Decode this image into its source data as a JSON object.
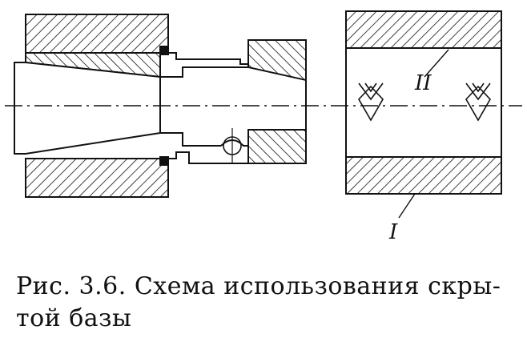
{
  "labels": {
    "base_hidden": "II",
    "base_main": "I"
  },
  "caption": {
    "line1": "Рис. 3.6. Схема использования скры-",
    "line2": "той базы"
  },
  "colors": {
    "ink": "#111111",
    "paper": "#ffffff"
  }
}
